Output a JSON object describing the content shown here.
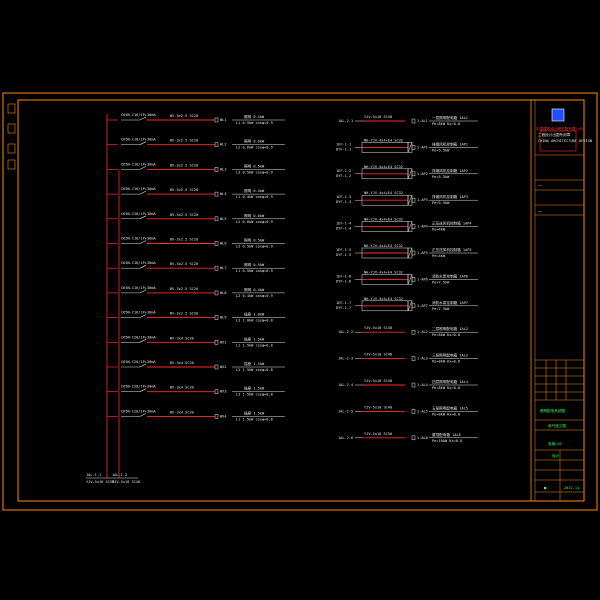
{
  "colors": {
    "background": "#000000",
    "frame": "#ff8c00",
    "wire": "#ff2a2a",
    "text": "#e6e6e6",
    "green_text": "#33ff66",
    "logo_blue": "#1f4fff"
  },
  "title_block": {
    "org_lines": [
      "中国建筑设计研究院有限公司",
      "工程设计出图专用章",
      "CHINA ARCHITECTURE DESIGN"
    ],
    "green_labels": [
      "照明配电系统图",
      "电气施工图",
      "电施-05",
      "设计",
      "2012.11"
    ],
    "logo_icon": "company-logo-icon"
  },
  "bottom_feeds": [
    {
      "id": "1AL-1-1",
      "cable": "YJV-5x16 SC50"
    },
    {
      "id": "1AL-1-2",
      "cable": "YJV-5x10 SC40"
    }
  ],
  "left_circuits": [
    {
      "breaker": "C65N-C16/1P+30mA",
      "cable": "BV-3x2.5 SC20",
      "id": "WL1",
      "desc": "照明 0.5kW",
      "load": "L1 0.5kW cosφ=0.9"
    },
    {
      "breaker": "C65N-C16/1P+30mA",
      "cable": "BV-3x2.5 SC20",
      "id": "WL2",
      "desc": "照明 0.6kW",
      "load": "L2 0.6kW cosφ=0.9"
    },
    {
      "breaker": "C65N-C16/1P+30mA",
      "cable": "BV-3x2.5 SC20",
      "id": "WL3",
      "desc": "照明 0.5kW",
      "load": "L3 0.5kW cosφ=0.9"
    },
    {
      "breaker": "C65N-C16/1P+30mA",
      "cable": "BV-3x2.5 SC20",
      "id": "WL4",
      "desc": "照明 0.4kW",
      "load": "L1 0.4kW cosφ=0.9"
    },
    {
      "breaker": "C65N-C16/1P+30mA",
      "cable": "BV-3x2.5 SC20",
      "id": "WL5",
      "desc": "照明 0.6kW",
      "load": "L2 0.6kW cosφ=0.9"
    },
    {
      "breaker": "C65N-C16/1P+30mA",
      "cable": "BV-3x2.5 SC20",
      "id": "WL6",
      "desc": "照明 0.5kW",
      "load": "L3 0.5kW cosφ=0.9"
    },
    {
      "breaker": "C65N-C16/1P+30mA",
      "cable": "BV-3x2.5 SC20",
      "id": "WL7",
      "desc": "照明 0.5kW",
      "load": "L1 0.5kW cosφ=0.9"
    },
    {
      "breaker": "C65N-C16/1P+30mA",
      "cable": "BV-3x2.5 SC20",
      "id": "WL8",
      "desc": "照明 0.4kW",
      "load": "L2 0.4kW cosφ=0.9"
    },
    {
      "breaker": "C65N-C16/1P+30mA",
      "cable": "BV-3x2.5 SC20",
      "id": "WL9",
      "desc": "插座 1.0kW",
      "load": "L3 1.0kW cosφ=0.8"
    },
    {
      "breaker": "C65N-C20/1P+30mA",
      "cable": "BV-3x4 SC20",
      "id": "WX1",
      "desc": "插座 1.5kW",
      "load": "L1 1.5kW cosφ=0.8"
    },
    {
      "breaker": "C65N-C20/1P+30mA",
      "cable": "BV-3x4 SC20",
      "id": "WX2",
      "desc": "插座 1.5kW",
      "load": "L2 1.5kW cosφ=0.8"
    },
    {
      "breaker": "C65N-C20/1P+30mA",
      "cable": "BV-3x4 SC20",
      "id": "WX3",
      "desc": "插座 1.5kW",
      "load": "L3 1.5kW cosφ=0.8"
    },
    {
      "breaker": "C65N-C20/1P+30mA",
      "cable": "BV-3x4 SC20",
      "id": "WX4",
      "desc": "插座 1.5kW",
      "load": "L1 1.5kW cosφ=0.8"
    }
  ],
  "right_circuits": [
    {
      "tag": "1AL-2-1",
      "cable": "YJV-5x10 SC40",
      "kind": "feed",
      "id": "1-AL1",
      "desc": "一层照明配电箱 1AL1",
      "load": "Pe=8kW Kx=0.8"
    },
    {
      "tag": "1EF-1-1",
      "tag2": "DYF-1-1",
      "cable": "NH-YJV-4x4+E4 SC32",
      "kind": "ctrl",
      "id": "1-AP1",
      "desc": "排烟风机控制箱 1AP1",
      "load": "Pe=5.5kW"
    },
    {
      "tag": "1EF-1-2",
      "tag2": "DYF-1-2",
      "cable": "NH-YJV-4x4+E4 SC32",
      "kind": "ctrl",
      "id": "1-AP2",
      "desc": "排烟风机控制箱 1AP2",
      "load": "Pe=5.5kW"
    },
    {
      "tag": "1EF-1-3",
      "tag2": "DYF-1-3",
      "cable": "NH-YJV-4x4+E4 SC32",
      "kind": "ctrl",
      "id": "1-AP3",
      "desc": "排烟风机控制箱 1AP3",
      "load": "Pe=5.5kW"
    },
    {
      "tag": "1EF-1-4",
      "tag2": "DYF-1-4",
      "cable": "NH-YJV-4x4+E4 SC32",
      "kind": "ctrl",
      "id": "1-AP4",
      "desc": "正压送风机控制箱 1AP4",
      "load": "Pe=4kW"
    },
    {
      "tag": "1EF-1-5",
      "tag2": "DYF-1-5",
      "cable": "NH-YJV-4x4+E4 SC32",
      "kind": "ctrl",
      "id": "1-AP5",
      "desc": "正压送风机控制箱 1AP5",
      "load": "Pe=4kW"
    },
    {
      "tag": "1EF-1-6",
      "tag2": "DYF-1-6",
      "cable": "NH-YJV-4x4+E4 SC32",
      "kind": "ctrl",
      "id": "1-AP6",
      "desc": "消防水泵控制箱 1AP6",
      "load": "Pe=7.5kW"
    },
    {
      "tag": "1EF-1-7",
      "tag2": "DYF-1-7",
      "cable": "NH-YJV-4x4+E4 SC32",
      "kind": "ctrl",
      "id": "1-AP7",
      "desc": "消防水泵控制箱 1AP7",
      "load": "Pe=7.5kW"
    },
    {
      "tag": "1AL-2-2",
      "cable": "YJV-5x10 SC40",
      "kind": "feed",
      "id": "1-AL2",
      "desc": "二层照明配电箱 1AL2",
      "load": "Pe=8kW Kx=0.8"
    },
    {
      "tag": "1AL-2-3",
      "cable": "YJV-5x10 SC40",
      "kind": "feed",
      "id": "1-AL3",
      "desc": "三层照明配电箱 1AL3",
      "load": "Pe=8kW Kx=0.8"
    },
    {
      "tag": "1AL-2-4",
      "cable": "YJV-5x10 SC40",
      "kind": "feed",
      "id": "1-AL4",
      "desc": "四层照明配电箱 1AL4",
      "load": "Pe=8kW Kx=0.8"
    },
    {
      "tag": "1AL-2-5",
      "cable": "YJV-5x10 SC40",
      "kind": "feed",
      "id": "1-AL5",
      "desc": "五层照明配电箱 1AL5",
      "load": "Pe=8kW Kx=0.8"
    },
    {
      "tag": "1AL-2-6",
      "cable": "YJV-5x16 SC50",
      "kind": "feed",
      "id": "1-AL6",
      "desc": "屋顶配电箱 1AL6",
      "load": "Pe=10kW Kx=0.8"
    }
  ]
}
